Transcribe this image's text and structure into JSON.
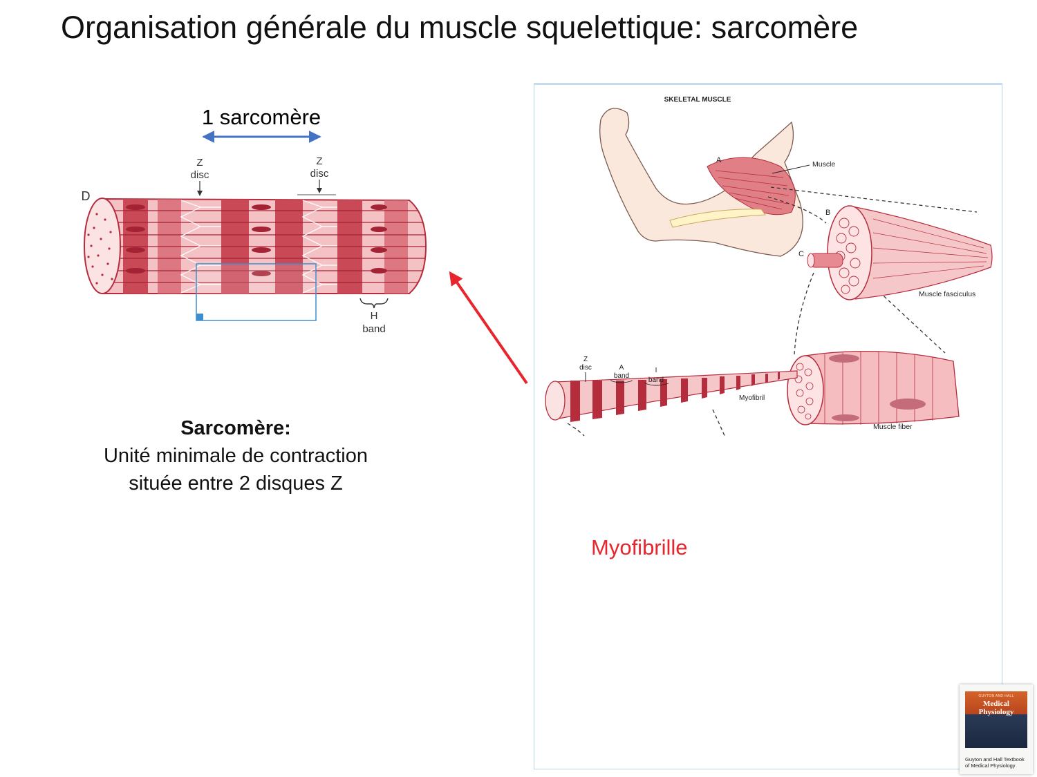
{
  "title": "Organisation générale du muscle squelettique: sarcomère",
  "sarcomere_figure": {
    "span_label": "1 sarcomère",
    "panel_letter": "D",
    "z_disc_letter": "Z",
    "disc_word": "disc",
    "h_band_letter": "H",
    "band_word": "band"
  },
  "caption": {
    "heading": "Sarcomère:",
    "body": "Unité minimale de contraction située entre 2 disques Z"
  },
  "skeletal_figure": {
    "header": "SKELETAL MUSCLE",
    "panel_a": "A",
    "panel_b": "B",
    "panel_c": "C",
    "muscle": "Muscle",
    "fasciculus": "Muscle fasciculus",
    "fiber": "Muscle fiber",
    "myofibril": "Myofibril",
    "z_disc_top": "Z",
    "z_disc_bottom": "disc",
    "a_band_top": "A",
    "a_band_bottom": "band",
    "i_band_top": "I",
    "i_band_bottom": "band"
  },
  "myofibril_callout": "Myofibrille",
  "book": {
    "series": "GUYTON AND HALL",
    "name": "Medical Physiology",
    "caption": "Guyton and Hall Textbook of Medical Physiology"
  },
  "colors": {
    "muscle_light": "#f1b9bd",
    "muscle_dark": "#b52c3c",
    "arrow_red": "#e8242c",
    "span_arrow_blue": "#4472c4",
    "zoom_box_blue": "#3b8fd0"
  }
}
